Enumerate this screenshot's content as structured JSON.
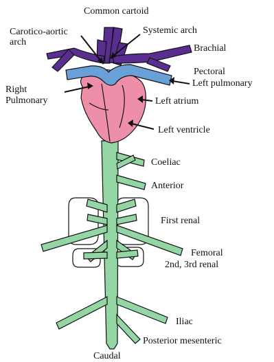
{
  "colors": {
    "arch": "#5a2d91",
    "pulmonary": "#6aa0d8",
    "heart": "#ee8faa",
    "aorta": "#93d6a3",
    "kidney": "#ffffff",
    "outline": "#111111"
  },
  "labels": {
    "common_carotid": "Common cartoid",
    "carotico_aortic_1": "Carotico-aortic",
    "carotico_aortic_2": "arch",
    "systemic_arch": "Systemic arch",
    "brachial": "Brachial",
    "pectoral": "Pectoral",
    "left_pulmonary": "Left pulmonary",
    "right_pulmonary_1": "Right",
    "right_pulmonary_2": "Pulmonary",
    "left_atrium": "Left atrium",
    "left_ventricle": "Left ventricle",
    "coeliac": "Coeliac",
    "anterior": "Anterior",
    "first_renal": "First renal",
    "femoral": "Femoral",
    "renal_2_3": "2nd, 3rd renal",
    "iliac": "Iliac",
    "posterior_mesenteric": "Posterior mesenteric",
    "caudal": "Caudal"
  }
}
